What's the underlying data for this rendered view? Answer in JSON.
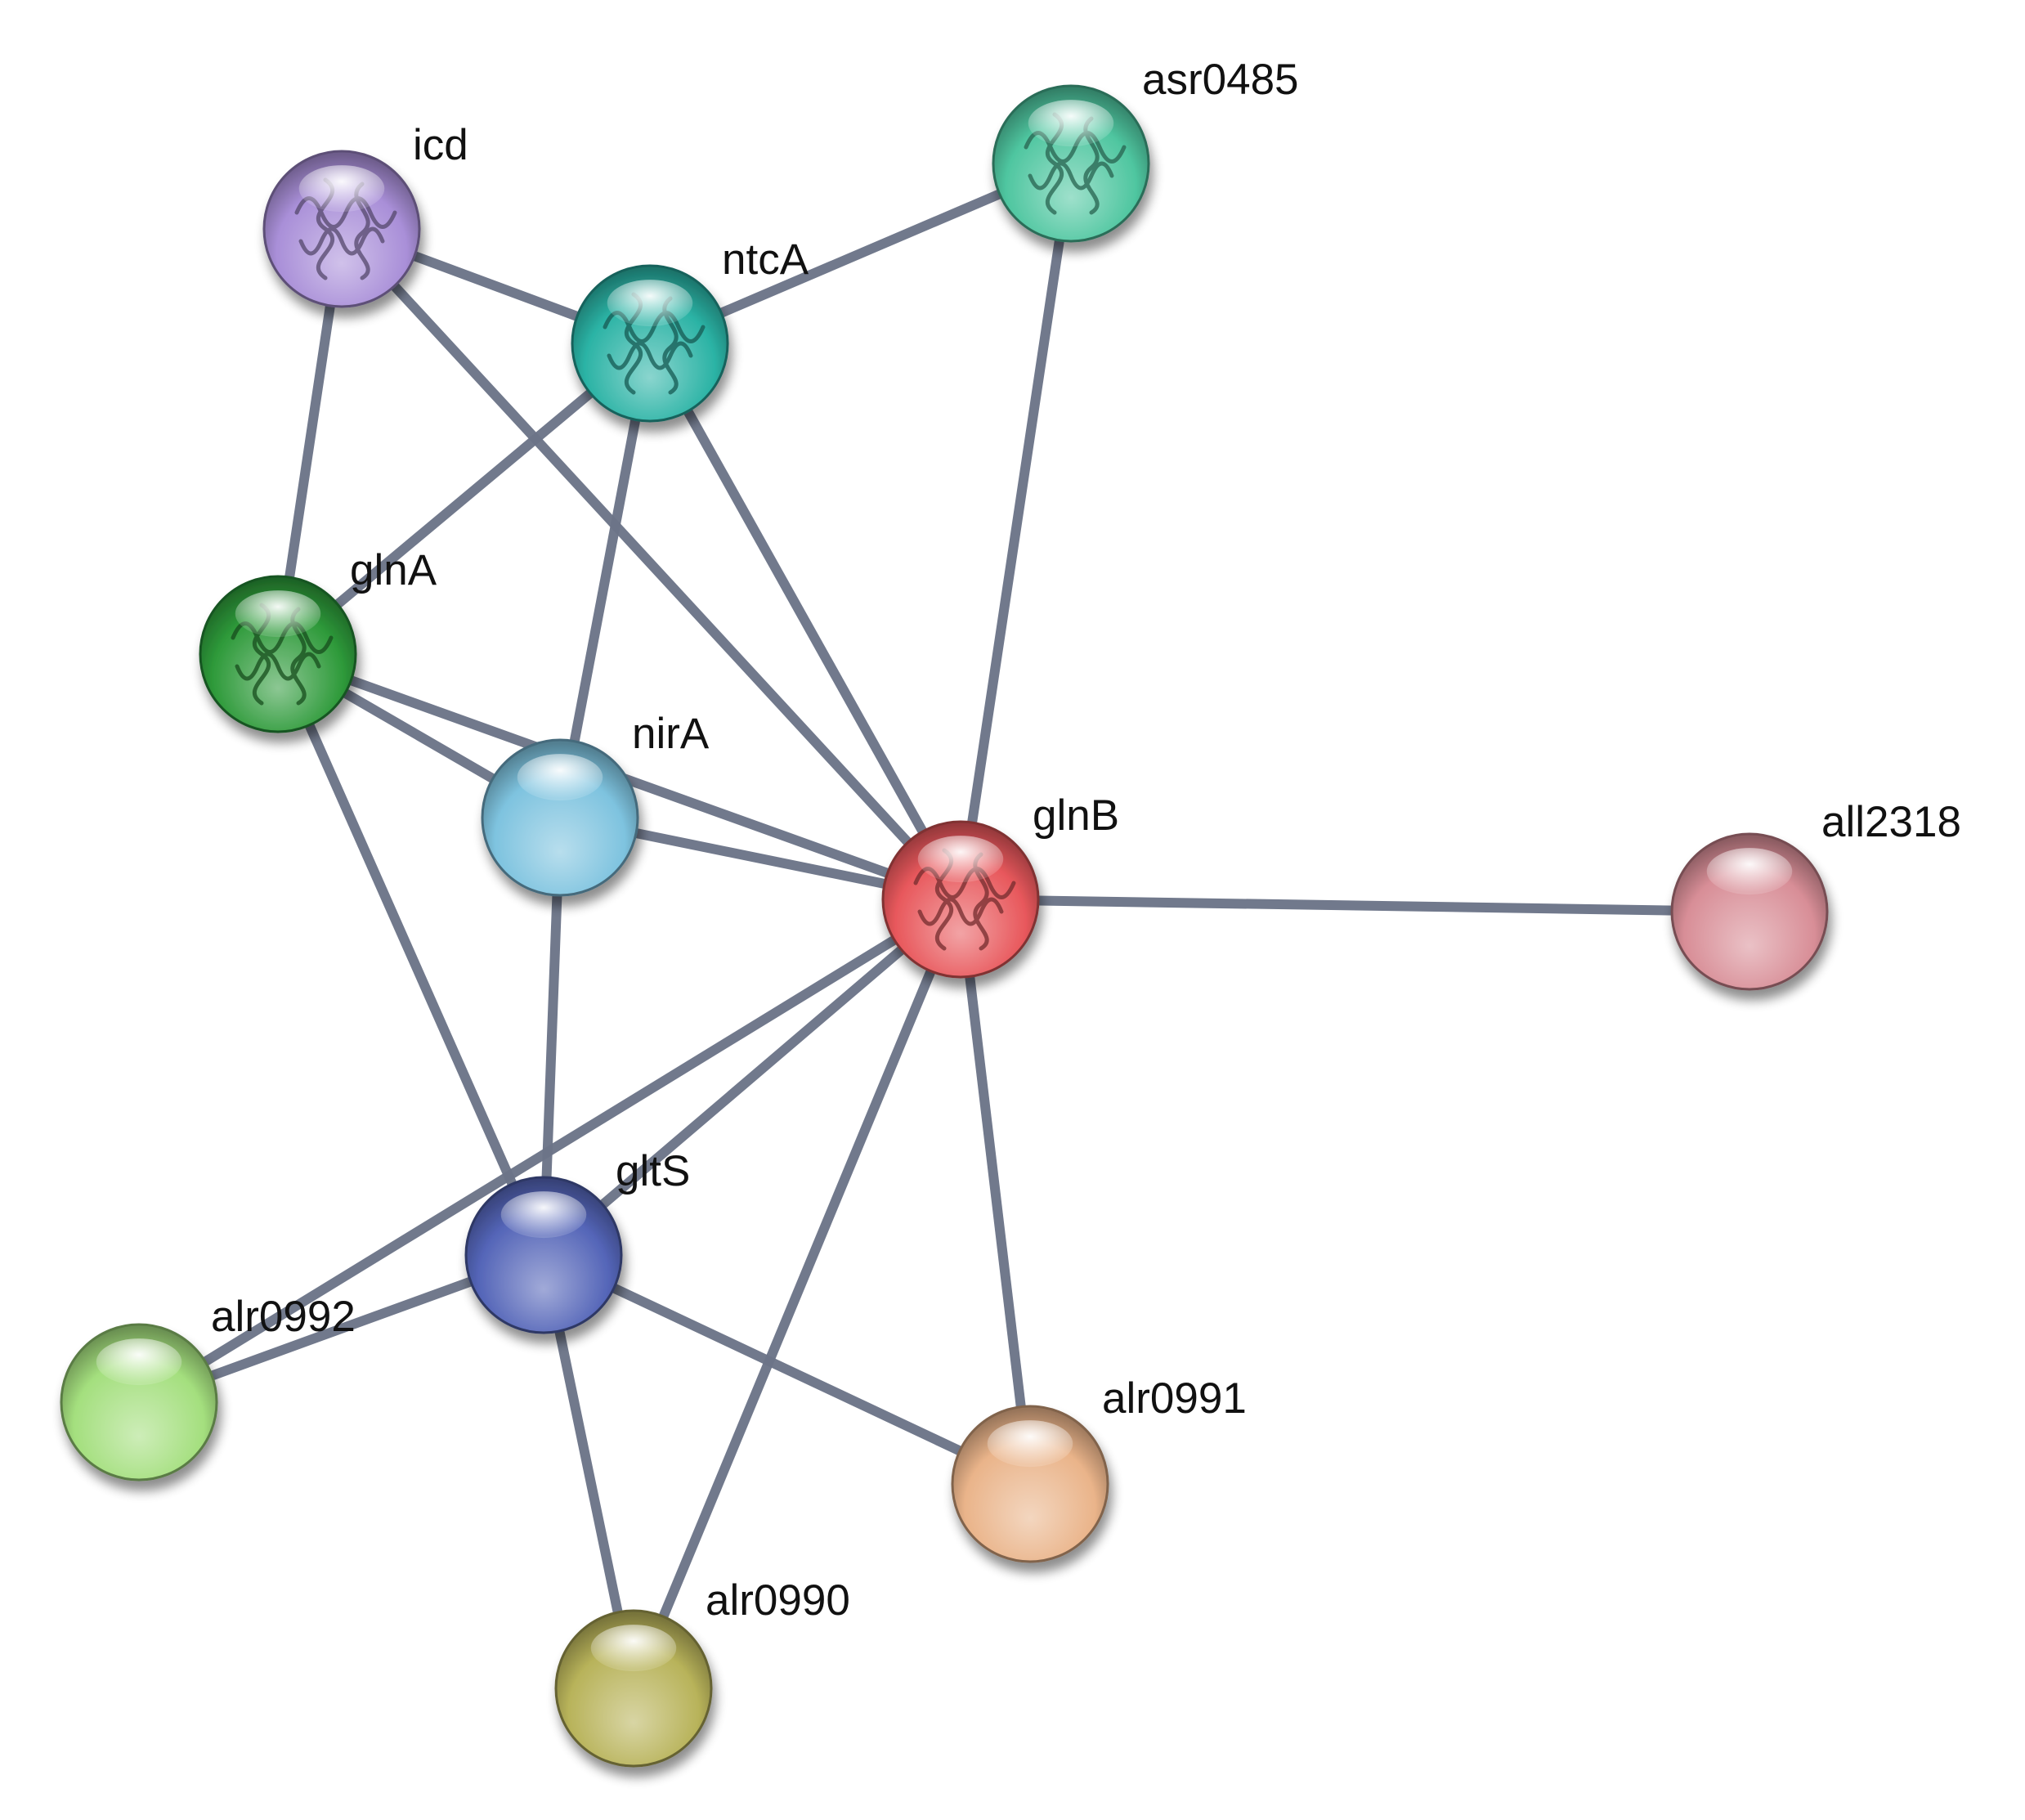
{
  "diagram": {
    "type": "protein-interaction-network",
    "nodes": [
      {
        "id": "icd",
        "label": "icd",
        "color": "#a98fd8",
        "structure": true
      },
      {
        "id": "ntcA",
        "label": "ntcA",
        "color": "#2bb3a5",
        "structure": true
      },
      {
        "id": "asr0485",
        "label": "asr0485",
        "color": "#4fc6a0",
        "structure": true
      },
      {
        "id": "glnA",
        "label": "glnA",
        "color": "#2e9a3a",
        "structure": true
      },
      {
        "id": "nirA",
        "label": "nirA",
        "color": "#7ec3df",
        "structure": false
      },
      {
        "id": "glnB",
        "label": "glnB",
        "color": "#e8585c",
        "structure": true
      },
      {
        "id": "all2318",
        "label": "all2318",
        "color": "#d88e97",
        "structure": false
      },
      {
        "id": "gltS",
        "label": "gltS",
        "color": "#5465b8",
        "structure": false
      },
      {
        "id": "alr0992",
        "label": "alr0992",
        "color": "#a4df7e",
        "structure": false
      },
      {
        "id": "alr0991",
        "label": "alr0991",
        "color": "#eab48a",
        "structure": false
      },
      {
        "id": "alr0990",
        "label": "alr0990",
        "color": "#b8b35a",
        "structure": false
      }
    ],
    "edges": [
      {
        "source": "icd",
        "target": "ntcA"
      },
      {
        "source": "icd",
        "target": "glnA"
      },
      {
        "source": "icd",
        "target": "glnB"
      },
      {
        "source": "ntcA",
        "target": "asr0485"
      },
      {
        "source": "ntcA",
        "target": "glnA"
      },
      {
        "source": "ntcA",
        "target": "nirA"
      },
      {
        "source": "ntcA",
        "target": "glnB"
      },
      {
        "source": "asr0485",
        "target": "glnB"
      },
      {
        "source": "glnA",
        "target": "nirA"
      },
      {
        "source": "glnA",
        "target": "glnB"
      },
      {
        "source": "glnA",
        "target": "gltS"
      },
      {
        "source": "nirA",
        "target": "glnB"
      },
      {
        "source": "nirA",
        "target": "gltS"
      },
      {
        "source": "glnB",
        "target": "all2318"
      },
      {
        "source": "glnB",
        "target": "gltS"
      },
      {
        "source": "glnB",
        "target": "alr0992"
      },
      {
        "source": "glnB",
        "target": "alr0991"
      },
      {
        "source": "glnB",
        "target": "alr0990"
      },
      {
        "source": "gltS",
        "target": "alr0992"
      },
      {
        "source": "gltS",
        "target": "alr0991"
      },
      {
        "source": "gltS",
        "target": "alr0990"
      }
    ]
  }
}
